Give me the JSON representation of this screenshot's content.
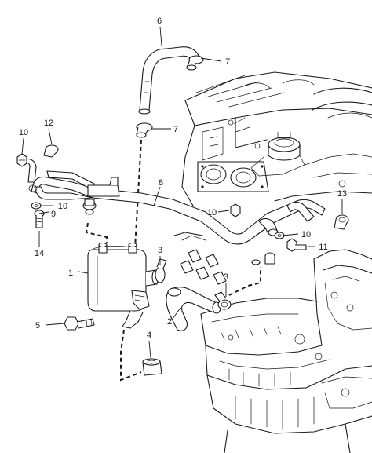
{
  "callouts": [
    {
      "id": "c1",
      "label": "1"
    },
    {
      "id": "c2",
      "label": "2"
    },
    {
      "id": "c3a",
      "label": "3"
    },
    {
      "id": "c3b",
      "label": "3"
    },
    {
      "id": "c4",
      "label": "4"
    },
    {
      "id": "c5",
      "label": "5"
    },
    {
      "id": "c6",
      "label": "6"
    },
    {
      "id": "c7a",
      "label": "7"
    },
    {
      "id": "c7b",
      "label": "7"
    },
    {
      "id": "c8",
      "label": "8"
    },
    {
      "id": "c9",
      "label": "9"
    },
    {
      "id": "c10a",
      "label": "10"
    },
    {
      "id": "c10b",
      "label": "10"
    },
    {
      "id": "c10c",
      "label": "10"
    },
    {
      "id": "c10d",
      "label": "10"
    },
    {
      "id": "c11",
      "label": "11"
    },
    {
      "id": "c12",
      "label": "12"
    },
    {
      "id": "c13",
      "label": "13"
    },
    {
      "id": "c14",
      "label": "14"
    }
  ]
}
